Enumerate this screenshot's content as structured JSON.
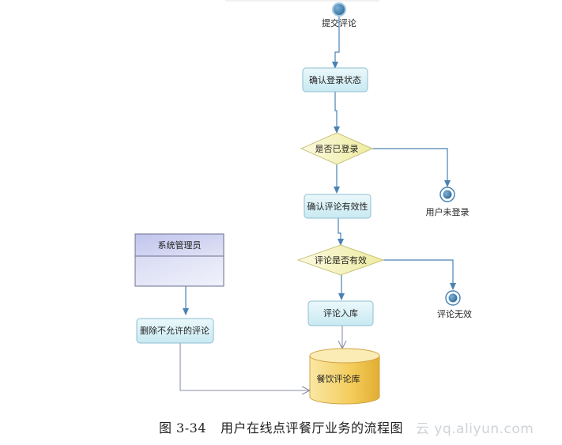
{
  "nodes": {
    "start": "提交评论",
    "confirm_login": "确认登录状态",
    "decision_logged_in": "是否已登录",
    "end_not_logged_in": "用户未登录",
    "confirm_valid": "确认评论有效性",
    "decision_valid": "评论是否有效",
    "end_invalid": "评论无效",
    "store_comment": "评论入库",
    "database": "餐饮评论库",
    "swimlane_admin": "系统管理员",
    "delete_disallowed": "删除不允许的评论"
  },
  "caption": {
    "figure_number": "图 3-34",
    "title": "用户在线点评餐厅业务的流程图"
  },
  "watermark": "云 yq.aliyun.com",
  "colors": {
    "action_fill": "#d6eff6",
    "decision_fill": "#f7f5c4",
    "swimlane_fill": "#c9cdee",
    "database_fill": "#f2cf64",
    "edge": "#4a82b4"
  }
}
